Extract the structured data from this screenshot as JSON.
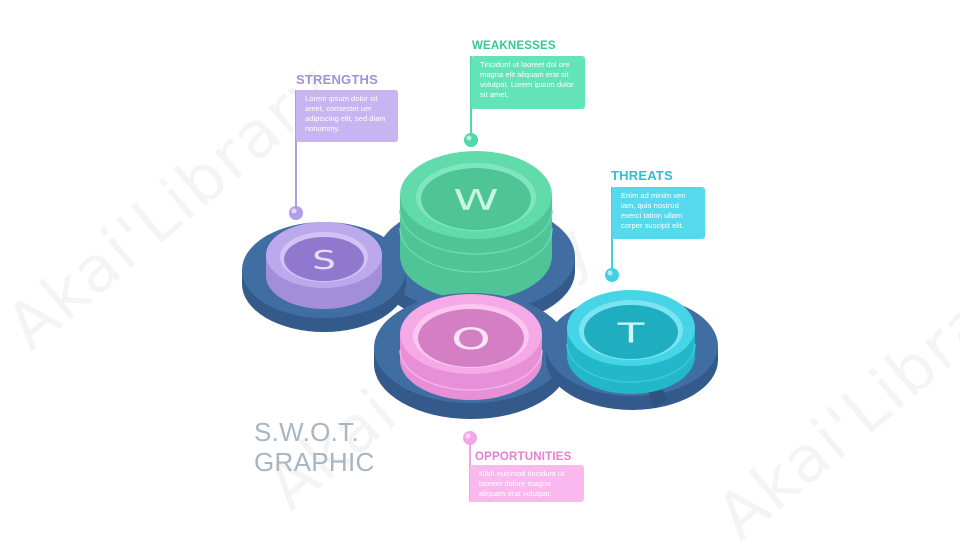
{
  "title": {
    "line1": "S.W.O.T.",
    "line2": "GRAPHIC"
  },
  "watermark": "Akai'Library",
  "colors": {
    "strengths": "#b9a5e8",
    "weaknesses": "#5fe3b7",
    "threats": "#4dd6ea",
    "opportunities": "#f7aee8",
    "base": "#3f6b9e",
    "title": "#a7b6c1"
  },
  "segments": [
    {
      "key": "strengths",
      "letter": "S",
      "heading": "STRENGTHS",
      "body": "Lorem ipsum dolor sit amet, consectet uer adipiscing elit, sed diam nonummy."
    },
    {
      "key": "weaknesses",
      "letter": "W",
      "heading": "WEAKNESSES",
      "body": "Tincidunt ut laoreet dol ore magna elit aliquam erat sit volutpat. Lorem ipsum dolor sit amet."
    },
    {
      "key": "threats",
      "letter": "T",
      "heading": "THREATS",
      "body": "Enim ad minim ven iam, quis nostrud exerci tation ullam corper suscipit elit."
    },
    {
      "key": "opportunities",
      "letter": "O",
      "heading": "OPPORTUNITIES",
      "body": "Nibh euismod tincidunt ut laoreet dolore magna aliquam erat volutpat."
    }
  ]
}
